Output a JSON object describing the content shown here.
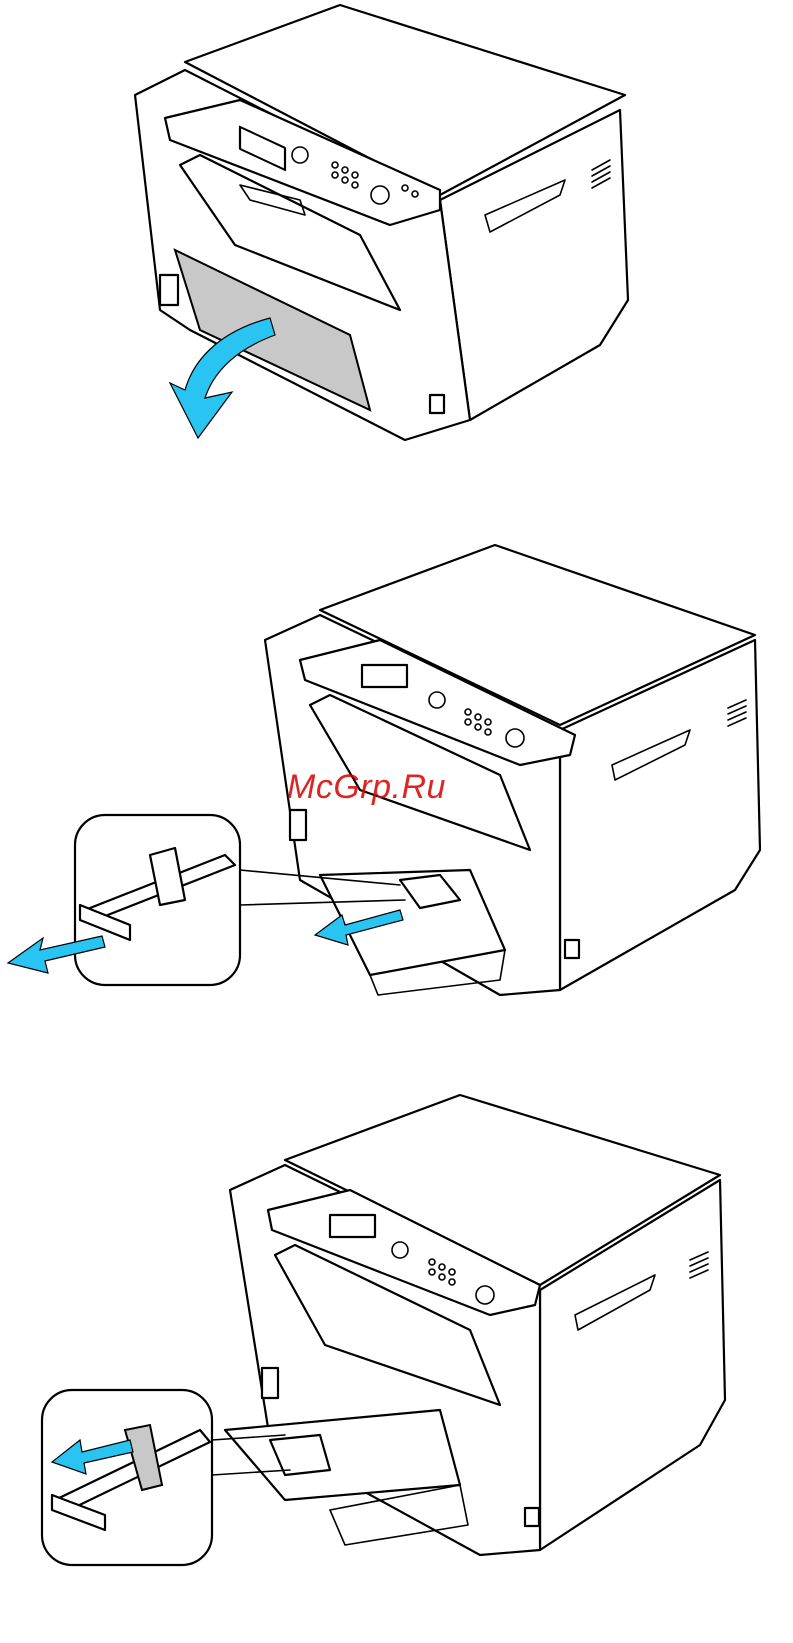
{
  "watermark": {
    "text": "McGrp.Ru"
  },
  "colors": {
    "arrow": "#29c4f2",
    "line": "#000000",
    "highlight": "#c8c8c8"
  },
  "steps": [
    {
      "icon": "printer-open-tray-door"
    },
    {
      "icon": "printer-extend-tray-guide"
    },
    {
      "icon": "printer-slide-width-guide"
    }
  ]
}
